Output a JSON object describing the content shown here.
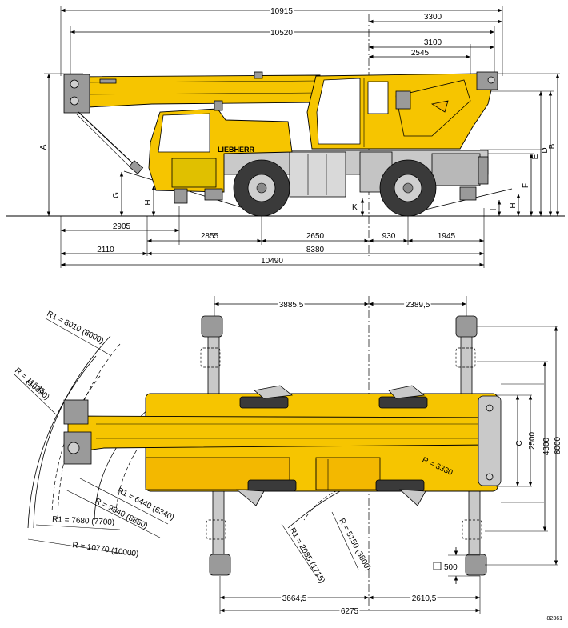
{
  "side_view": {
    "top_dims": {
      "overall": "10915",
      "boom": "10520",
      "rear_3300": "3300",
      "rear_3100": "3100",
      "rear_2545": "2545"
    },
    "height_letters": [
      "A",
      "B",
      "D",
      "E",
      "F",
      "G",
      "H",
      "H",
      "I",
      "K"
    ],
    "bottom_dims": {
      "front_2905": "2905",
      "axle_front": "2855",
      "wheelbase": "2650",
      "rear_930": "930",
      "rear_1945": "1945",
      "front_2110": "2110",
      "support_8380": "8380",
      "length_10490": "10490"
    },
    "brand": "LIEBHERR"
  },
  "top_view": {
    "dims": {
      "top_left": "3885,5",
      "top_right": "2389,5",
      "bottom_left": "3664,5",
      "bottom_right": "2610,5",
      "bottom_total": "6275",
      "width_2500": "2500",
      "width_4300": "4300",
      "width_6000": "6000",
      "letter_c": "C",
      "square_500": "500"
    },
    "radii": {
      "r1_8010": "R1 = 8010 (8000)",
      "r_11235": "R = 11235",
      "r_11235_sub": "(10390)",
      "r1_6440": "R1 = 6440 (6340)",
      "r_9840": "R = 9840 (8850)",
      "r1_7680": "R1 = 7680 (7700)",
      "r_10770": "R = 10770 (10000)",
      "r_3330": "R = 3330",
      "r1_2085": "R1 = 2085 (1715)",
      "r_5150": "R = 5150 (3800)"
    },
    "drawing_number": "82361"
  }
}
